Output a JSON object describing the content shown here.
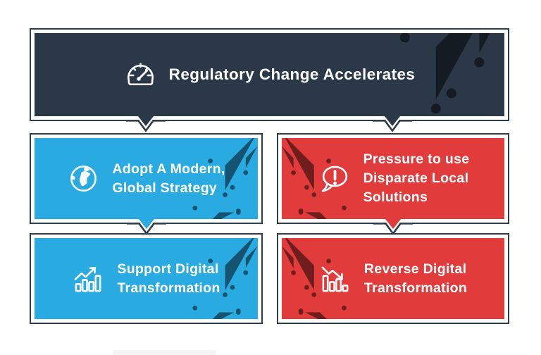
{
  "header": {
    "title": "Regulatory Change Accelerates",
    "icon": "speedometer-icon"
  },
  "cards": [
    {
      "id": "adopt-modern-global-strategy",
      "color": "blue",
      "icon": "globe-icon",
      "lines": [
        "Adopt A Modern,",
        "Global Strategy"
      ]
    },
    {
      "id": "pressure-disparate-local-solutions",
      "color": "red",
      "icon": "alert-speech-bubble-icon",
      "lines": [
        "Pressure to use",
        "Disparate Local",
        "Solutions"
      ]
    },
    {
      "id": "support-digital-transformation",
      "color": "blue",
      "icon": "chart-trending-up-icon",
      "lines": [
        "Support Digital",
        "Transformation"
      ]
    },
    {
      "id": "reverse-digital-transformation",
      "color": "red",
      "icon": "chart-trending-down-icon",
      "lines": [
        "Reverse Digital",
        "Transformation"
      ]
    }
  ],
  "palette": {
    "navy_fill": "#2a3847",
    "outline": "#2e3c4b",
    "blue_fill": "#29abe2",
    "red_fill": "#e23b3c",
    "text": "#ffffff",
    "circuit_on_navy": "#45586e",
    "circuit_on_blue": "#0f8fc9",
    "circuit_on_red": "#c22e30",
    "background": "#ffffff",
    "bottom_artifact_bar": "#f4f4f4"
  }
}
